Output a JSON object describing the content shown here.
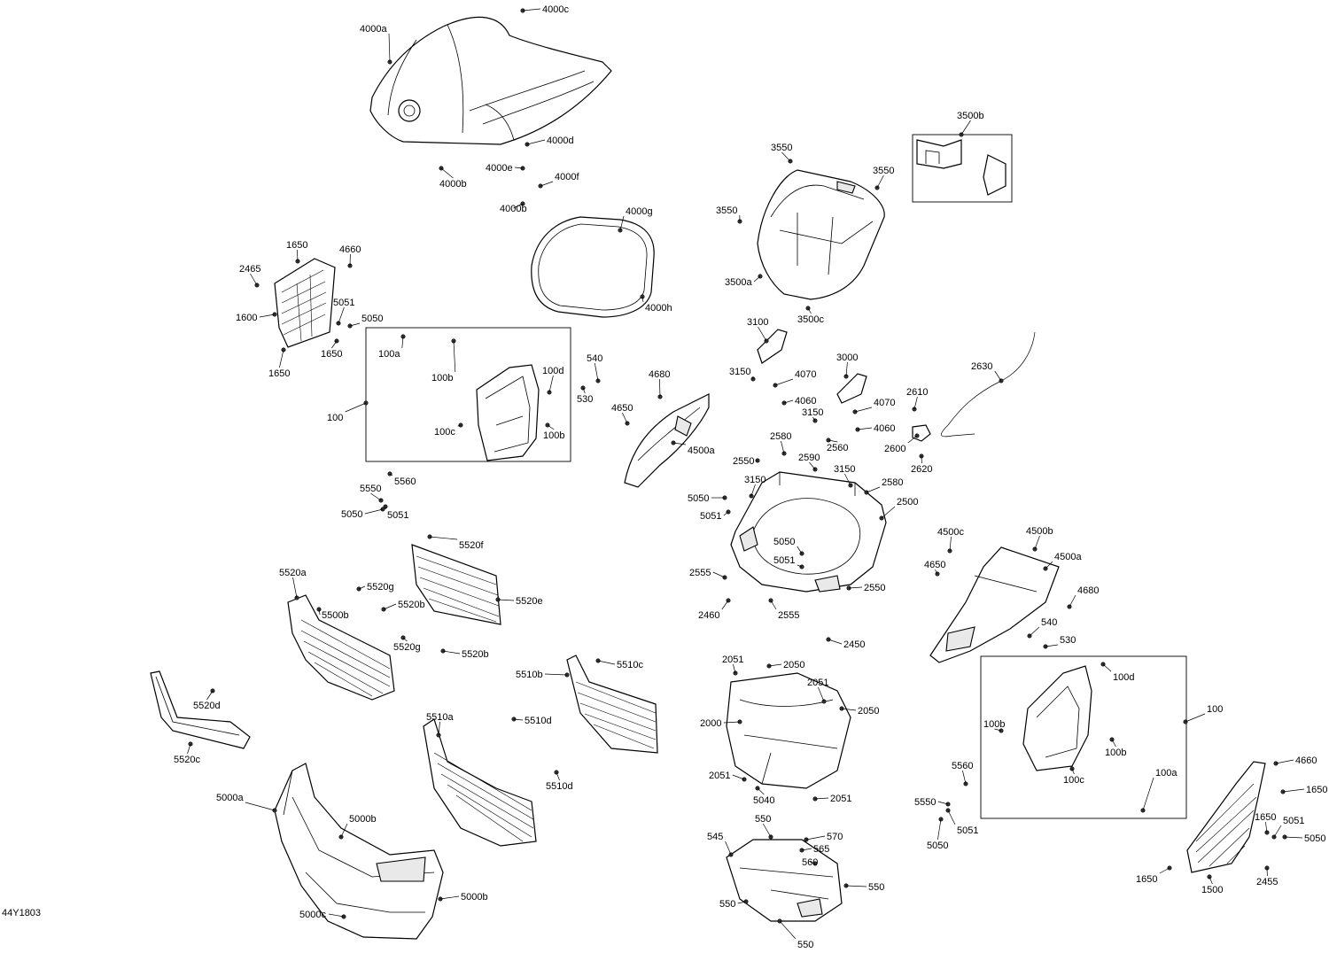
{
  "drawing": {
    "id": "44Y1803",
    "labels": [
      "4000c",
      "4000a",
      "4000d",
      "4000e",
      "4000f",
      "4000b",
      "4000b",
      "4000g",
      "4000h",
      "3500b",
      "3550",
      "3550",
      "3550",
      "3500a",
      "3500c",
      "1650",
      "4660",
      "2465",
      "1600",
      "5051",
      "5050",
      "1650",
      "1650",
      "100a",
      "100b",
      "100d",
      "100c",
      "100b",
      "100",
      "540",
      "530",
      "4680",
      "4650",
      "4500a",
      "3100",
      "3150",
      "4070",
      "4060",
      "3000",
      "3150",
      "4070",
      "4060",
      "2630",
      "2610",
      "2600",
      "2620",
      "2580",
      "2560",
      "2590",
      "3150",
      "2580",
      "2550",
      "3150",
      "2500",
      "5050",
      "5051",
      "5050",
      "5051",
      "2555",
      "2550",
      "2460",
      "2555",
      "2450",
      "4500c",
      "4500b",
      "4500a",
      "4650",
      "4680",
      "540",
      "530",
      "5560",
      "5550",
      "5050",
      "5051",
      "5520f",
      "5520a",
      "5520g",
      "5520b",
      "5500b",
      "5520e",
      "5520g",
      "5520b",
      "5520d",
      "5520c",
      "5510c",
      "5510b",
      "5510a",
      "5510d",
      "5510d",
      "2051",
      "2050",
      "2051",
      "2050",
      "2000",
      "2051",
      "5040",
      "2051",
      "100d",
      "100",
      "100b",
      "100b",
      "100c",
      "100a",
      "5560",
      "5550",
      "5051",
      "5050",
      "4660",
      "1650",
      "1650",
      "5051",
      "5050",
      "1650",
      "1500",
      "2455",
      "550",
      "570",
      "545",
      "565",
      "560",
      "550",
      "550",
      "550",
      "5000a",
      "5000b",
      "5000b",
      "5000c"
    ]
  }
}
